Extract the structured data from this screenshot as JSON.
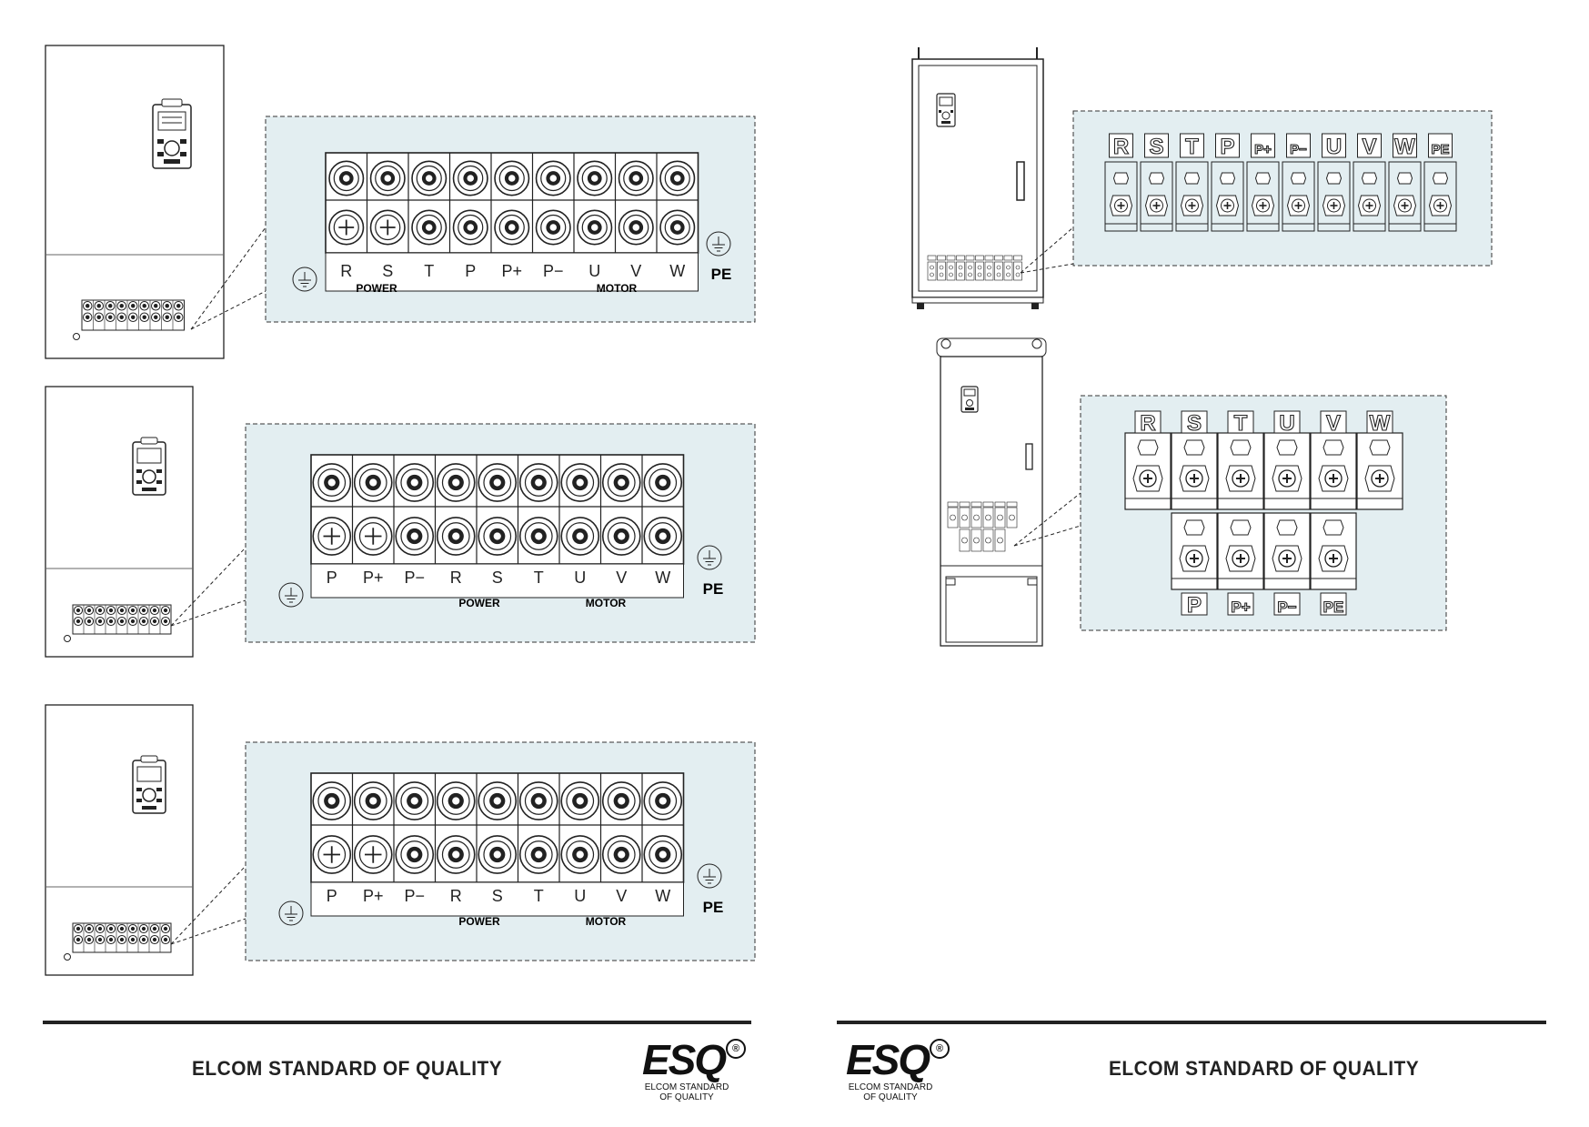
{
  "colors": {
    "callout_fill": "#e3eef1",
    "stroke": "#222222"
  },
  "diagram1": {
    "top_labels": [
      "R",
      "S",
      "T",
      "P",
      "P+",
      "P−",
      "U",
      "V",
      "W"
    ],
    "group_power": "POWER",
    "group_motor": "MOTOR",
    "pe": "PE"
  },
  "diagram2": {
    "top_labels": [
      "P",
      "P+",
      "P−",
      "R",
      "S",
      "T",
      "U",
      "V",
      "W"
    ],
    "group_power": "POWER",
    "group_motor": "MOTOR",
    "pe": "PE"
  },
  "diagram3": {
    "top_labels": [
      "P",
      "P+",
      "P−",
      "R",
      "S",
      "T",
      "U",
      "V",
      "W"
    ],
    "group_power": "POWER",
    "group_motor": "MOTOR",
    "pe": "PE"
  },
  "diagram4": {
    "labels": [
      "R",
      "S",
      "T",
      "P",
      "P+",
      "P−",
      "U",
      "V",
      "W",
      "PE"
    ]
  },
  "diagram5": {
    "top_labels": [
      "R",
      "S",
      "T",
      "U",
      "V",
      "W"
    ],
    "bottom_labels": [
      "P",
      "P+",
      "P−",
      "PE"
    ]
  },
  "footer": {
    "tagline": "ELCOM STANDARD OF QUALITY",
    "logo_text": "ESQ",
    "logo_reg": "®",
    "logo_sub_line1": "ELCOM STANDARD",
    "logo_sub_line2": "OF QUALITY"
  }
}
